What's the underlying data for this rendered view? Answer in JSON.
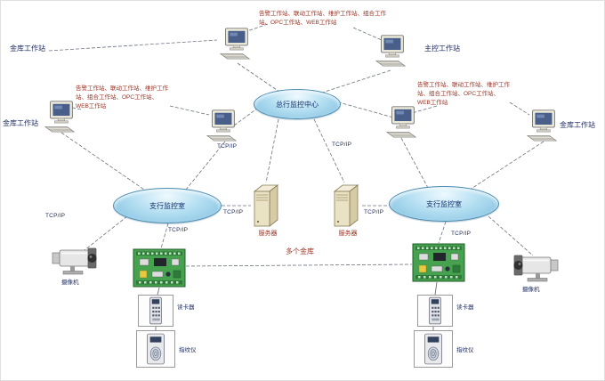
{
  "labels": {
    "tcpip": "TCP/IP",
    "multi_vault": "多个金库"
  },
  "annotations": {
    "top": "告警工作站、联动工作站、维护工作站、组合工作站、OPC工作站、WEB工作站",
    "left": "告警工作站、联动工作站、维护工作站、组合工作站、OPC工作站、WEB工作站",
    "right": "告警工作站、联动工作站、维护工作站、组合工作站、OPC工作站、WEB工作站"
  },
  "networks": {
    "center": "总行监控中心",
    "left": "支行监控室",
    "right": "支行监控室"
  },
  "workstations": {
    "top_left": "金库工作站",
    "top_right": "主控工作站",
    "left": "金库工作站",
    "right": "金库工作站"
  },
  "servers": {
    "left": "服务器",
    "right": "服务器"
  },
  "cameras": {
    "left": "摄像机",
    "right": "摄像机"
  },
  "access_devices": {
    "left_top": "读卡器",
    "left_bottom": "指纹仪",
    "right_top": "读卡器",
    "right_bottom": "指纹仪"
  }
}
